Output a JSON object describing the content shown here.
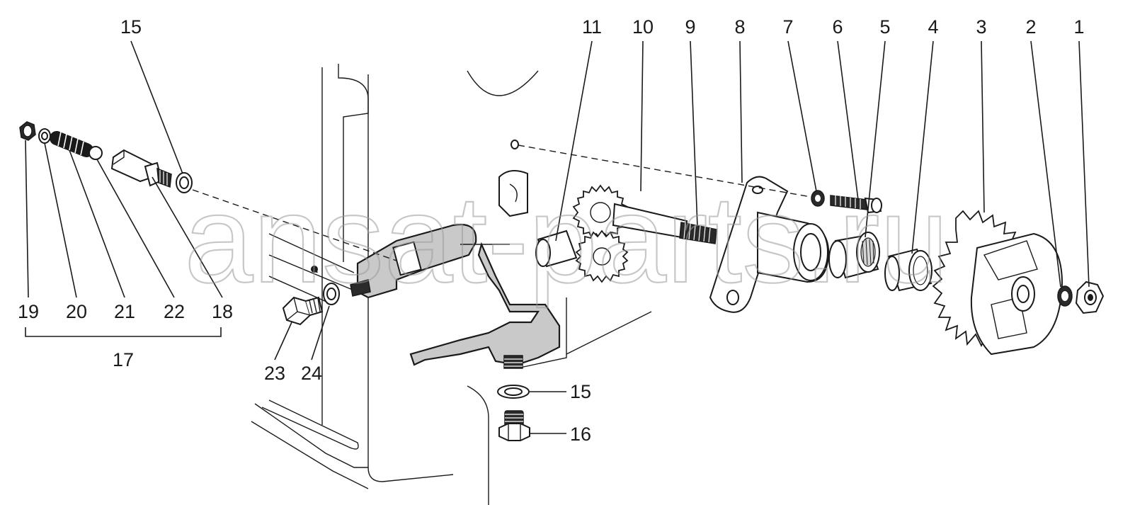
{
  "watermark": "ansat-parts.ru",
  "labels": {
    "l1": "1",
    "l2": "2",
    "l3": "3",
    "l4": "4",
    "l5": "5",
    "l6": "6",
    "l7": "7",
    "l8": "8",
    "l9": "9",
    "l10": "10",
    "l11": "11",
    "l15a": "15",
    "l15b": "15",
    "l16": "16",
    "l17": "17",
    "l18": "18",
    "l19": "19",
    "l20": "20",
    "l21": "21",
    "l22": "22",
    "l23": "23",
    "l24": "24"
  },
  "colors": {
    "ink": "#1a1a1a",
    "stipple": "#c9c9c9",
    "watermark": "#9a9a9a"
  }
}
